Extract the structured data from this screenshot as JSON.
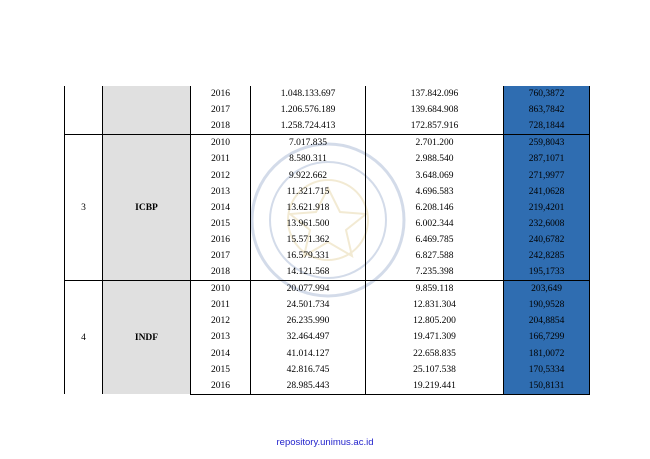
{
  "groups": [
    {
      "no": "",
      "code": "",
      "rows": [
        {
          "year": "2016",
          "a": "1.048.133.697",
          "b": "137.842.096",
          "r": "760,3872"
        },
        {
          "year": "2017",
          "a": "1.206.576.189",
          "b": "139.684.908",
          "r": "863,7842"
        },
        {
          "year": "2018",
          "a": "1.258.724.413",
          "b": "172.857.916",
          "r": "728,1844"
        }
      ]
    },
    {
      "no": "3",
      "code": "ICBP",
      "rows": [
        {
          "year": "2010",
          "a": "7.017.835",
          "b": "2.701.200",
          "r": "259,8043"
        },
        {
          "year": "2011",
          "a": "8.580.311",
          "b": "2.988.540",
          "r": "287,1071"
        },
        {
          "year": "2012",
          "a": "9.922.662",
          "b": "3.648.069",
          "r": "271,9977"
        },
        {
          "year": "2013",
          "a": "11.321.715",
          "b": "4.696.583",
          "r": "241,0628"
        },
        {
          "year": "2014",
          "a": "13.621.918",
          "b": "6.208.146",
          "r": "219,4201"
        },
        {
          "year": "2015",
          "a": "13.961.500",
          "b": "6.002.344",
          "r": "232,6008"
        },
        {
          "year": "2016",
          "a": "15.571.362",
          "b": "6.469.785",
          "r": "240,6782"
        },
        {
          "year": "2017",
          "a": "16.579.331",
          "b": "6.827.588",
          "r": "242,8285"
        },
        {
          "year": "2018",
          "a": "14.121.568",
          "b": "7.235.398",
          "r": "195,1733"
        }
      ]
    },
    {
      "no": "4",
      "code": "INDF",
      "rows": [
        {
          "year": "2010",
          "a": "20.077.994",
          "b": "9.859.118",
          "r": "203,649"
        },
        {
          "year": "2011",
          "a": "24.501.734",
          "b": "12.831.304",
          "r": "190,9528"
        },
        {
          "year": "2012",
          "a": "26.235.990",
          "b": "12.805.200",
          "r": "204,8854"
        },
        {
          "year": "2013",
          "a": "32.464.497",
          "b": "19.471.309",
          "r": "166,7299"
        },
        {
          "year": "2014",
          "a": "41.014.127",
          "b": "22.658.835",
          "r": "181,0072"
        },
        {
          "year": "2015",
          "a": "42.816.745",
          "b": "25.107.538",
          "r": "170,5334"
        },
        {
          "year": "2016",
          "a": "28.985.443",
          "b": "19.219.441",
          "r": "150,8131"
        }
      ]
    }
  ],
  "footer": "repository.unimus.ac.id",
  "colors": {
    "highlight": "#2f6db1",
    "code_shade": "#e0e0e0",
    "footer": "#2222cc"
  },
  "watermark_icon": "university-seal-icon"
}
